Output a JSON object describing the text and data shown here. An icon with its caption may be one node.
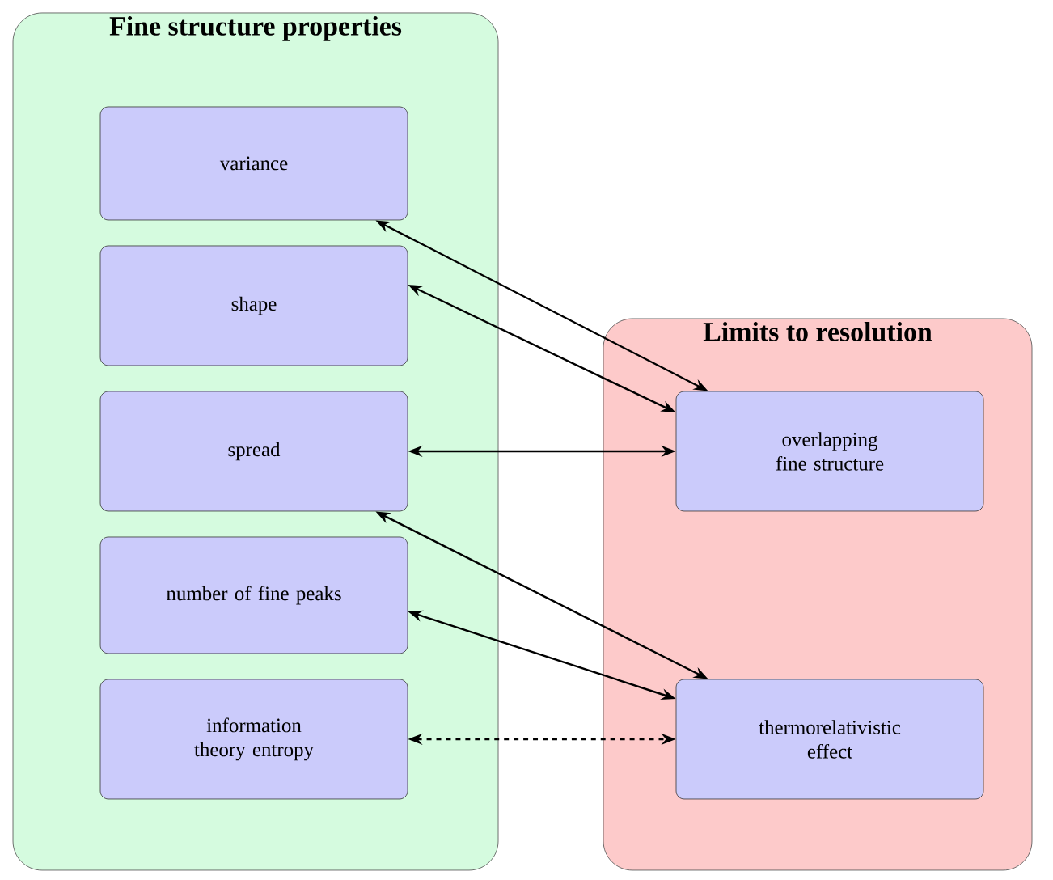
{
  "diagram": {
    "nodes": [
      {
        "text": [
          "Fine structure properties"
        ]
      },
      {
        "text": [
          "variance"
        ],
        "in": 0
      },
      {
        "text": [
          "shape"
        ],
        "in": 0
      },
      {
        "text": [
          "spread"
        ],
        "in": 0
      },
      {
        "text": [
          "number of fine peaks"
        ],
        "in": 0
      },
      {
        "text": [
          "information theory entropy"
        ],
        "in": 0
      },
      {
        "text": [
          "Limits to resolution"
        ]
      },
      {
        "text": [
          "overlapping fine structure"
        ],
        "in": 6
      },
      {
        "text": [
          "thermorelativistic effect"
        ],
        "in": 6
      }
    ],
    "edges": [
      {
        "from": 1,
        "to": 7,
        "arrow": "both"
      },
      {
        "from": 2,
        "to": 7,
        "arrow": "both"
      },
      {
        "from": 3,
        "to": 7,
        "arrow": "both"
      },
      {
        "from": 3,
        "to": 8,
        "arrow": "both"
      },
      {
        "from": 4,
        "to": 8,
        "arrow": "both"
      },
      {
        "from": 5,
        "to": 8,
        "arrow": "both",
        "style": "dashed"
      }
    ]
  }
}
